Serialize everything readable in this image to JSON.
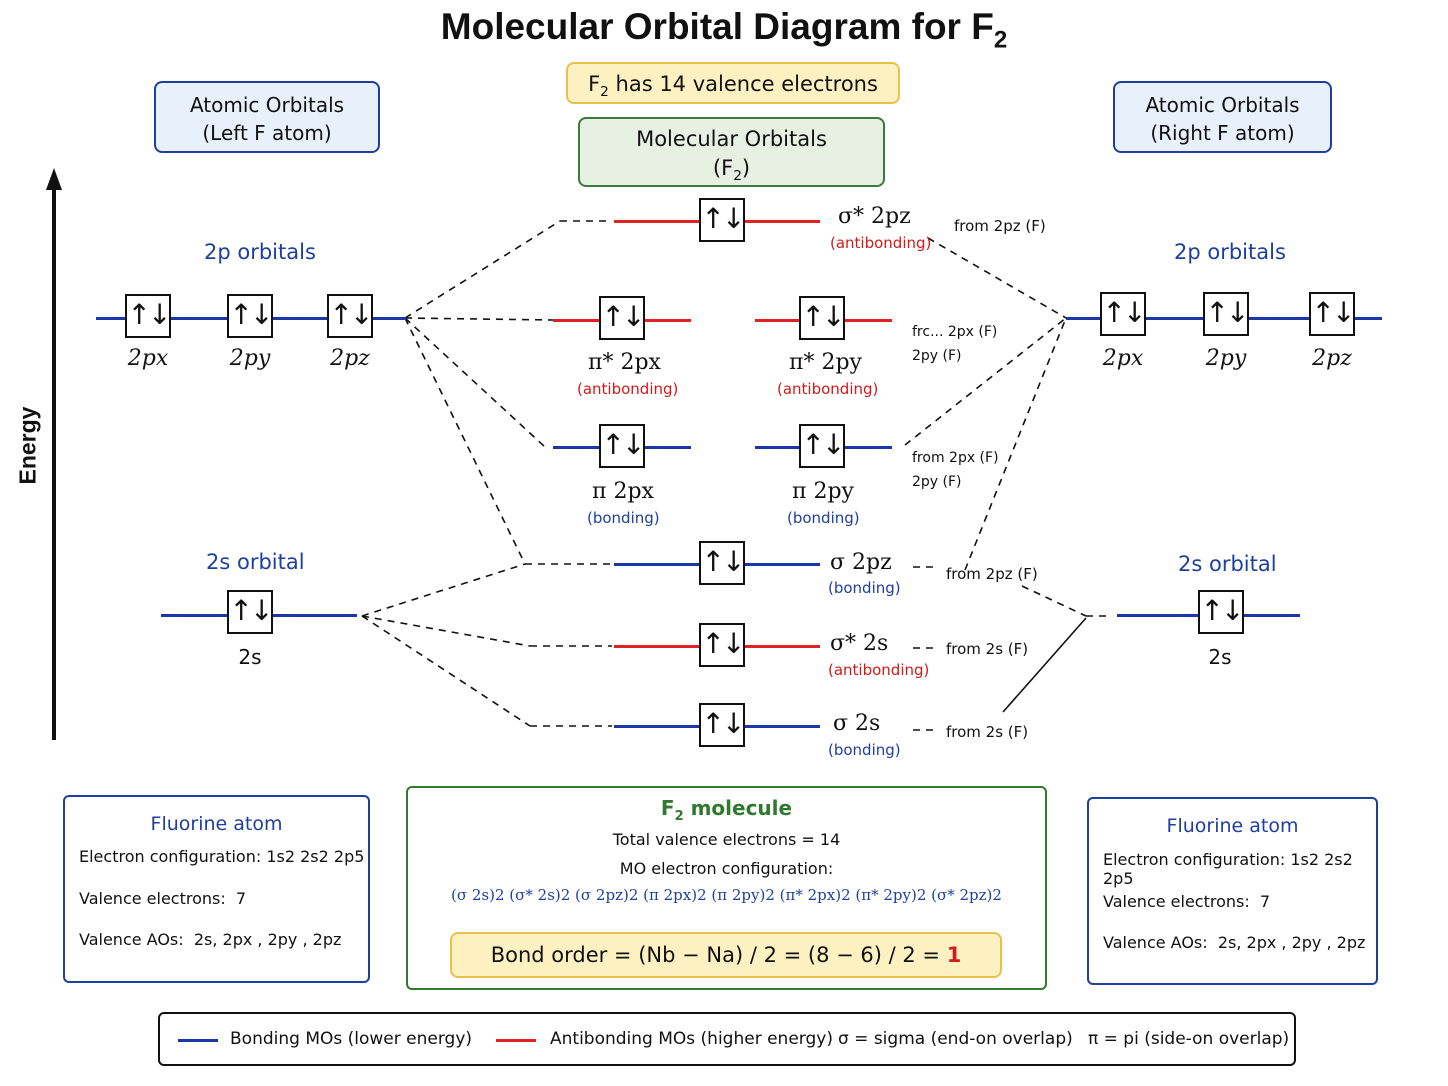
{
  "title": "Molecular Orbital Diagram for F",
  "title_sub": "2",
  "valence_note": {
    "pre": "F",
    "sub": "2",
    "post": " has 14 valence electrons"
  },
  "headers": {
    "left": {
      "line1": "Atomic Orbitals",
      "line2": "(Left F atom)"
    },
    "middle": {
      "line1": "Molecular Orbitals",
      "line2_pre": "(F",
      "line2_sub": "2",
      "line2_post": ")"
    },
    "right": {
      "line1": "Atomic Orbitals",
      "line2": "(Right F atom)"
    }
  },
  "energy_axis_label": "Energy",
  "electron_pair": "↑↓",
  "left_atom": {
    "p_section": "2p orbitals",
    "p_labels": [
      "2px",
      "2py",
      "2pz"
    ],
    "s_section": "2s orbital",
    "s_label": "2s"
  },
  "right_atom": {
    "p_section": "2p orbitals",
    "p_labels": [
      "2px",
      "2py",
      "2pz"
    ],
    "s_section": "2s orbital",
    "s_label": "2s"
  },
  "molecular_orbitals": [
    {
      "name": "σ* 2pz",
      "type": "(antibonding)",
      "color": "#e12222",
      "source": "from 2pz (F)"
    },
    {
      "name": "π* 2px",
      "type": "(antibonding)",
      "color": "#e12222"
    },
    {
      "name": "π* 2py",
      "type": "(antibonding)",
      "color": "#e12222",
      "source": "frc... 2px (F) 2py (F)"
    },
    {
      "name": "π 2px",
      "type": "(bonding)",
      "color": "#1b36a8"
    },
    {
      "name": "π 2py",
      "type": "(bonding)",
      "color": "#1b36a8",
      "source": "from 2px (F) 2py (F)"
    },
    {
      "name": "σ 2pz",
      "type": "(bonding)",
      "color": "#1b36a8",
      "source": "from 2pz (F)"
    },
    {
      "name": "σ* 2s",
      "type": "(antibonding)",
      "color": "#e12222",
      "source": "from 2s (F)"
    },
    {
      "name": "σ 2s",
      "type": "(bonding)",
      "color": "#1b36a8",
      "source": "from 2s (F)"
    }
  ],
  "left_info": {
    "title": "Fluorine atom",
    "config_label": "Electron configuration:",
    "config_value": "1s2 2s2 2p5",
    "valence_label": "Valence electrons:",
    "valence_value": "7",
    "aos_label": "Valence AOs:",
    "aos_value": "2s, 2px , 2py , 2pz"
  },
  "right_info": {
    "title": "Fluorine atom",
    "config_label": "Electron configuration:",
    "config_value": "1s2 2s2 2p5",
    "valence_label": "Valence electrons:",
    "valence_value": "7",
    "aos_label": "Valence AOs:",
    "aos_value": "2s, 2px , 2py , 2pz"
  },
  "molecule_info": {
    "title_pre": "F",
    "title_sub": "2",
    "title_post": " molecule",
    "total_valence": "Total valence electrons = 14",
    "mo_config_label": "MO electron configuration:",
    "mo_config": "(σ 2s)2 (σ* 2s)2 (σ 2pz)2 (π 2px)2 (π 2py)2 (π* 2px)2 (π* 2py)2 (σ* 2pz)2",
    "bond_order_text": "Bond order = (Nb − Na) / 2 = (8 − 6) / 2 =",
    "bond_order_value": "1"
  },
  "legend": {
    "bonding": "Bonding MOs (lower energy)",
    "antibonding": "Antibonding MOs (higher energy)",
    "sigma": "σ = sigma (end-on overlap)",
    "pi": "π = pi (side-on overlap)"
  },
  "colors": {
    "bonding": "#1b36a8",
    "antibonding": "#e12222",
    "accent_red": "#d11b1b"
  }
}
